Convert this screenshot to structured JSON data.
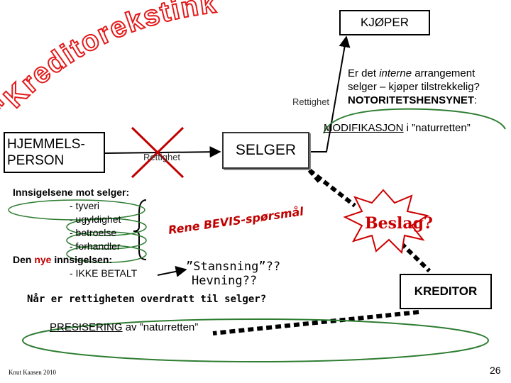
{
  "title": "\"Kreditorekstinksjon\"",
  "boxes": {
    "kjoper": "KJØPER",
    "hjemmel_line1": "HJEMMELS-",
    "hjemmel_line2": "PERSON",
    "selger": "SELGER",
    "kreditor": "KREDITOR"
  },
  "labels": {
    "rettighet_upper": "Rettighet",
    "rettighet_lower": "Rettighet",
    "question_line1_pre": "Er det ",
    "question_line1_italic": "interne",
    "question_line1_post": " arrangement",
    "question_line2": "selger – kjøper tilstrekkelig?",
    "question_line3_bold": "NOTORITETSHENSYNET",
    "question_line3_post": ":",
    "modifikasjon_u": "MODIFIKASJON",
    "modifikasjon_post": " i ”naturretten”",
    "beslag": "Beslag?",
    "bevis": "Rene BEVIS-spørsmål",
    "stansning": "”Stansning”??",
    "hevning": "Hevning??",
    "overdratt": "Når er rettigheten overdratt til selger?",
    "presisering_u": "PRESISERING",
    "presisering_post": " av ”naturretten”",
    "author": "Knut Kaasen 2010",
    "page": "26"
  },
  "innsigelser": {
    "heading": "Innsigelsene mot selger:",
    "items": [
      "- tyveri",
      "- ugyldighet",
      "- betroelse",
      "- forhandler"
    ],
    "nye_pre": "Den ",
    "nye_red": "nye",
    "nye_post": " innsigelsen:",
    "ikke_betalt": "- IKKE BETALT"
  },
  "colors": {
    "red": "#c00000",
    "title_red": "#e31b1b",
    "beslag_red": "#cc0000"
  }
}
